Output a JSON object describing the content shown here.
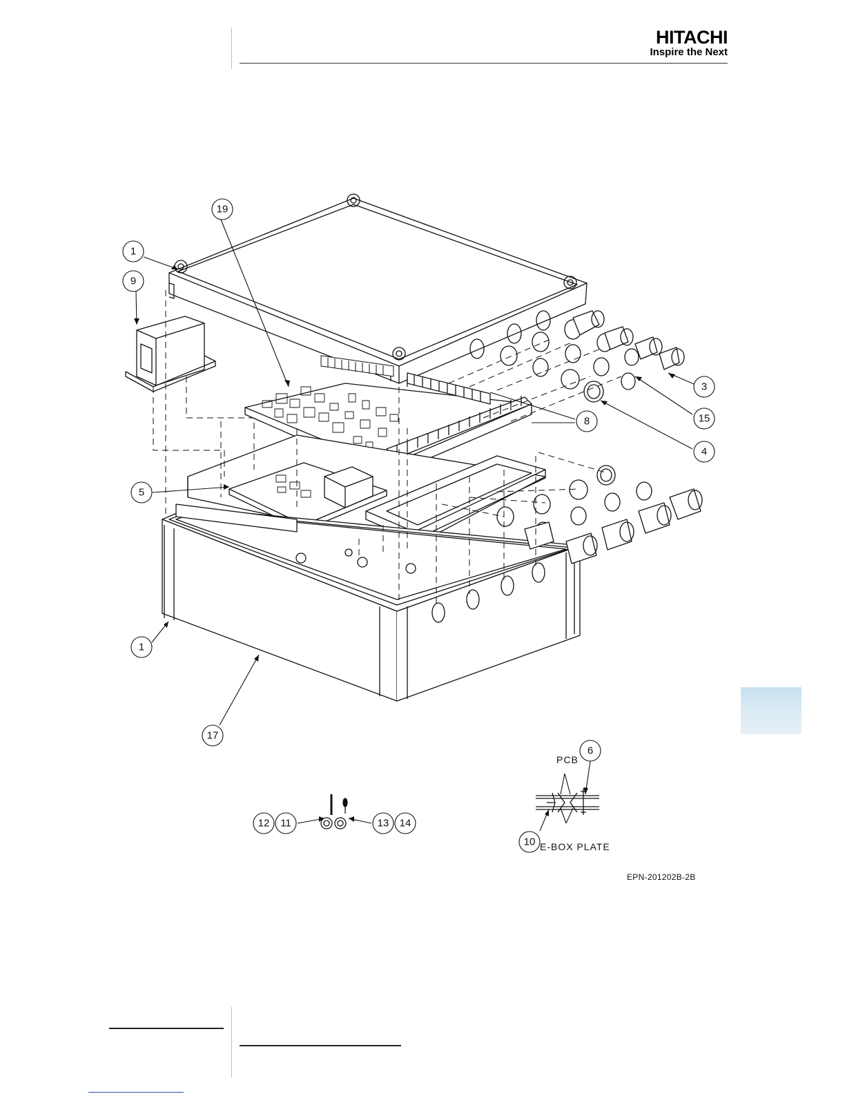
{
  "header": {
    "brand_name": "HITACHI",
    "brand_tagline": "Inspire the Next"
  },
  "callouts": {
    "c19": "19",
    "c1_top": "1",
    "c9": "9",
    "c3": "3",
    "c15": "15",
    "c8": "8",
    "c4": "4",
    "c5": "5",
    "c1_bottom": "1",
    "c17": "17",
    "c12": "12",
    "c11": "11",
    "c13": "13",
    "c14": "14",
    "c6": "6",
    "c10": "10"
  },
  "detail_labels": {
    "pcb": "PCB",
    "ebox_plate": "E-BOX PLATE"
  },
  "drawing_ref": "EPN-201202B-2B",
  "colors": {
    "line": "#111111",
    "tab": "#d3e7f2"
  }
}
